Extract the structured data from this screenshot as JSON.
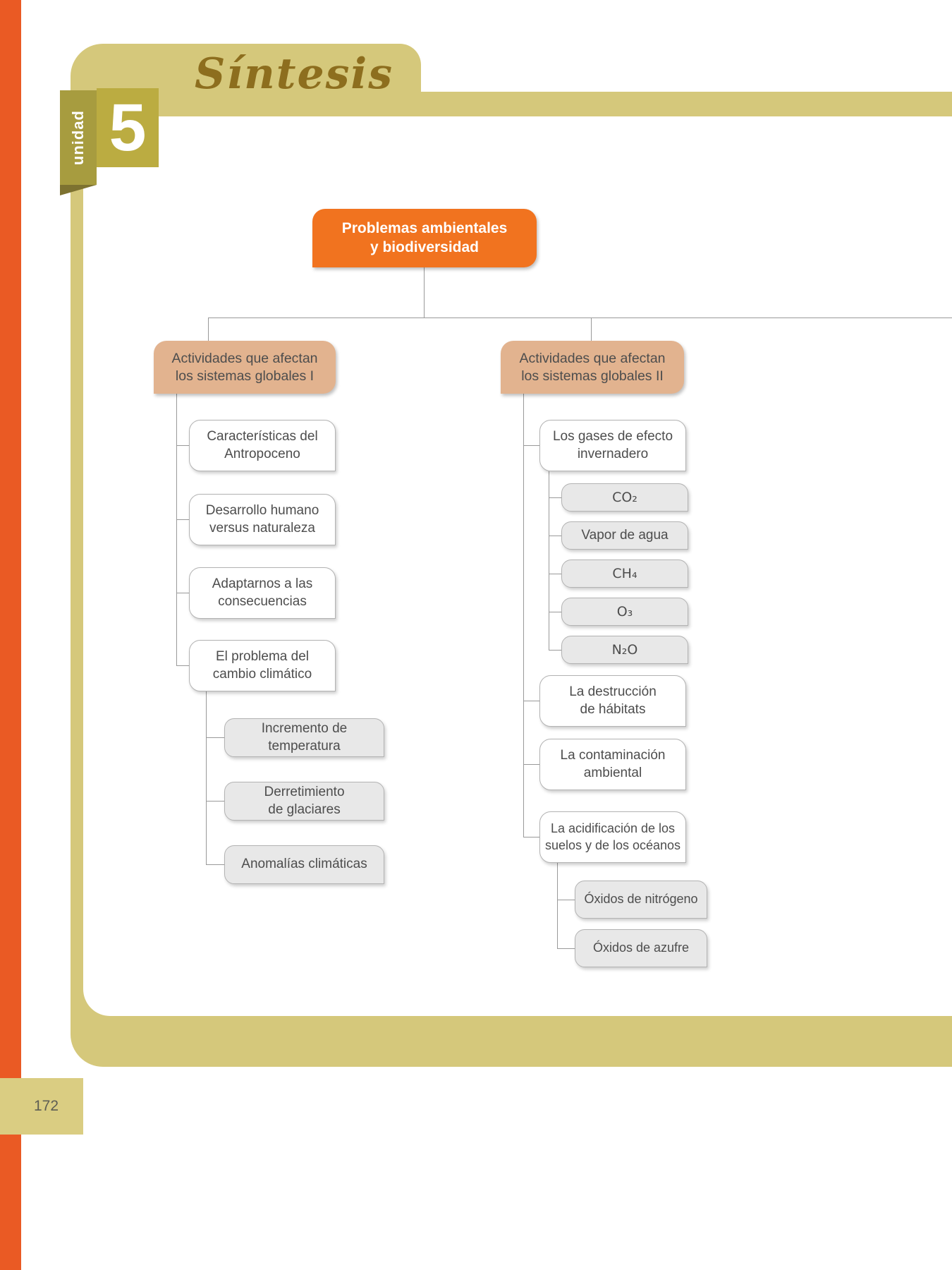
{
  "page": {
    "number": "172"
  },
  "header": {
    "unit_word": "unidad",
    "unit_number": "5",
    "title": "Síntesis"
  },
  "colors": {
    "accent_orange": "#EA5A24",
    "root_node_orange": "#F1731F",
    "frame_tan": "#D5C87B",
    "branch_node_tan": "#E2B38F",
    "unit_box_khaki": "#BBAC41",
    "title_bronze": "#8D6E1E",
    "gray_box": "#E8E8E8"
  },
  "diagram": {
    "root": {
      "label": "Problemas ambientales\ny biodiversidad"
    },
    "branches": [
      {
        "label": "Actividades que afectan\nlos sistemas globales I",
        "children": [
          {
            "label": "Características del\nAntropoceno"
          },
          {
            "label": "Desarrollo humano\nversus naturaleza"
          },
          {
            "label": "Adaptarnos a las\nconsecuencias"
          },
          {
            "label": "El problema del\ncambio climático",
            "children": [
              {
                "label": "Incremento de\ntemperatura"
              },
              {
                "label": "Derretimiento\nde glaciares"
              },
              {
                "label": "Anomalías climáticas"
              }
            ]
          }
        ]
      },
      {
        "label": "Actividades que afectan\nlos sistemas globales II",
        "children": [
          {
            "label": "Los gases de efecto\ninvernadero",
            "children": [
              {
                "label": "CO₂"
              },
              {
                "label": "Vapor de agua"
              },
              {
                "label": "CH₄"
              },
              {
                "label": "O₃"
              },
              {
                "label": "N₂O"
              }
            ]
          },
          {
            "label": "La destrucción\nde hábitats"
          },
          {
            "label": "La contaminación\nambiental"
          },
          {
            "label": "La acidificación de los\nsuelos y de los océanos",
            "children": [
              {
                "label": "Óxidos de nitrógeno"
              },
              {
                "label": "Óxidos de azufre"
              }
            ]
          }
        ]
      }
    ]
  }
}
